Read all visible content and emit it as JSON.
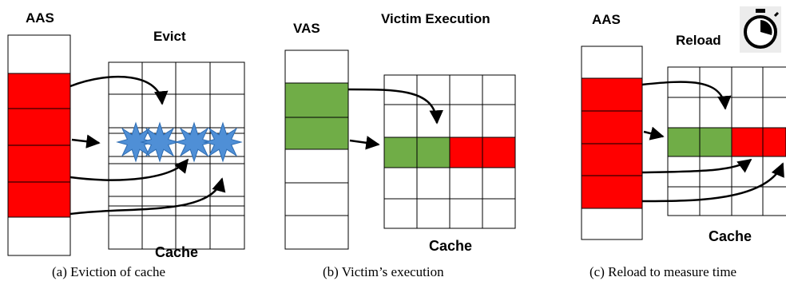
{
  "panel_a": {
    "space_label": "AAS",
    "action_label": "Evict",
    "cache_label": "Cache",
    "caption": "(a) Eviction of cache"
  },
  "panel_b": {
    "space_label": "VAS",
    "action_label": "Victim Execution",
    "cache_label": "Cache",
    "caption": "(b) Victim’s execution"
  },
  "panel_c": {
    "space_label": "AAS",
    "action_label": "Reload",
    "cache_label": "Cache",
    "caption": "(c) Reload to measure time"
  },
  "icons": {
    "timer": "stopwatch-icon",
    "evicted_line": "burst-icon"
  },
  "colors": {
    "attacker": "#ff0000",
    "victim": "#70ad47",
    "evicted": "#4f8fd6",
    "line": "#000000"
  }
}
